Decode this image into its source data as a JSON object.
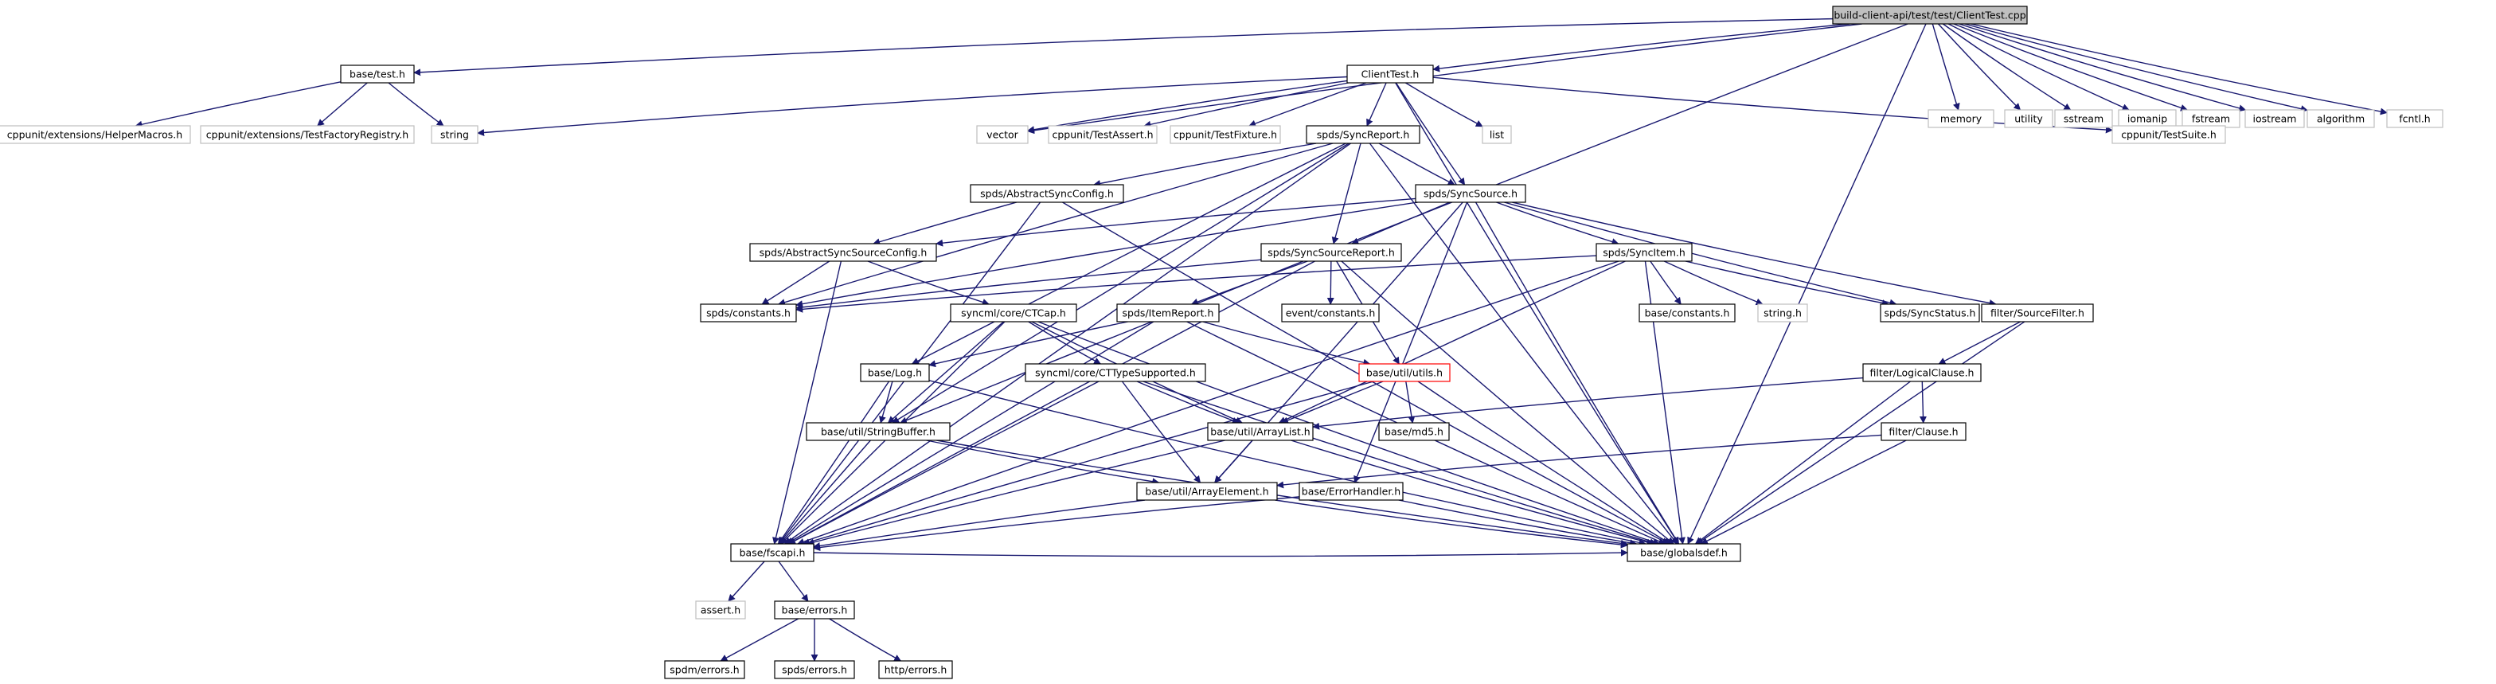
{
  "nodes": [
    {
      "id": "root",
      "label": "build-client-api/test/test/ClientTest.cpp",
      "style": "root"
    },
    {
      "id": "base_test",
      "label": "base/test.h",
      "style": "normal"
    },
    {
      "id": "clienttest_h",
      "label": "ClientTest.h",
      "style": "normal"
    },
    {
      "id": "memory",
      "label": "memory",
      "style": "external"
    },
    {
      "id": "utility",
      "label": "utility",
      "style": "external"
    },
    {
      "id": "sstream",
      "label": "sstream",
      "style": "external"
    },
    {
      "id": "iomanip",
      "label": "iomanip",
      "style": "external"
    },
    {
      "id": "fstream",
      "label": "fstream",
      "style": "external"
    },
    {
      "id": "iostream",
      "label": "iostream",
      "style": "external"
    },
    {
      "id": "algorithm",
      "label": "algorithm",
      "style": "external"
    },
    {
      "id": "fcntl",
      "label": "fcntl.h",
      "style": "external"
    },
    {
      "id": "helpermacros",
      "label": "cppunit/extensions/HelperMacros.h",
      "style": "external"
    },
    {
      "id": "testfactory",
      "label": "cppunit/extensions/TestFactoryRegistry.h",
      "style": "external"
    },
    {
      "id": "string",
      "label": "string",
      "style": "external"
    },
    {
      "id": "vector",
      "label": "vector",
      "style": "external"
    },
    {
      "id": "testassert",
      "label": "cppunit/TestAssert.h",
      "style": "external"
    },
    {
      "id": "testfixture",
      "label": "cppunit/TestFixture.h",
      "style": "external"
    },
    {
      "id": "list",
      "label": "list",
      "style": "external"
    },
    {
      "id": "testsuite",
      "label": "cppunit/TestSuite.h",
      "style": "external"
    },
    {
      "id": "syncreport",
      "label": "spds/SyncReport.h",
      "style": "normal"
    },
    {
      "id": "abstractsyncconfig",
      "label": "spds/AbstractSyncConfig.h",
      "style": "normal"
    },
    {
      "id": "syncsource",
      "label": "spds/SyncSource.h",
      "style": "normal"
    },
    {
      "id": "abstractsyncsourceconfig",
      "label": "spds/AbstractSyncSourceConfig.h",
      "style": "normal"
    },
    {
      "id": "syncsourcereport",
      "label": "spds/SyncSourceReport.h",
      "style": "normal"
    },
    {
      "id": "syncitem",
      "label": "spds/SyncItem.h",
      "style": "normal"
    },
    {
      "id": "constants",
      "label": "spds/constants.h",
      "style": "normal"
    },
    {
      "id": "ctcap",
      "label": "syncml/core/CTCap.h",
      "style": "normal"
    },
    {
      "id": "itemreport",
      "label": "spds/ItemReport.h",
      "style": "normal"
    },
    {
      "id": "eventconstants",
      "label": "event/constants.h",
      "style": "normal"
    },
    {
      "id": "baseconstants",
      "label": "base/constants.h",
      "style": "normal"
    },
    {
      "id": "stringh",
      "label": "string.h",
      "style": "external"
    },
    {
      "id": "syncstatus",
      "label": "spds/SyncStatus.h",
      "style": "normal"
    },
    {
      "id": "sourcefilter",
      "label": "filter/SourceFilter.h",
      "style": "normal"
    },
    {
      "id": "log",
      "label": "base/Log.h",
      "style": "normal"
    },
    {
      "id": "cttypesupported",
      "label": "syncml/core/CTTypeSupported.h",
      "style": "normal"
    },
    {
      "id": "utils",
      "label": "base/util/utils.h",
      "style": "truncated"
    },
    {
      "id": "logicalclause",
      "label": "filter/LogicalClause.h",
      "style": "normal"
    },
    {
      "id": "stringbuffer",
      "label": "base/util/StringBuffer.h",
      "style": "normal"
    },
    {
      "id": "arraylist",
      "label": "base/util/ArrayList.h",
      "style": "normal"
    },
    {
      "id": "md5",
      "label": "base/md5.h",
      "style": "normal"
    },
    {
      "id": "clause",
      "label": "filter/Clause.h",
      "style": "normal"
    },
    {
      "id": "arrayelement",
      "label": "base/util/ArrayElement.h",
      "style": "normal"
    },
    {
      "id": "errorhandler",
      "label": "base/ErrorHandler.h",
      "style": "normal"
    },
    {
      "id": "fscapi",
      "label": "base/fscapi.h",
      "style": "normal"
    },
    {
      "id": "globalsdef",
      "label": "base/globalsdef.h",
      "style": "normal"
    },
    {
      "id": "asserth",
      "label": "assert.h",
      "style": "external"
    },
    {
      "id": "errors",
      "label": "base/errors.h",
      "style": "normal"
    },
    {
      "id": "spdmerrors",
      "label": "spdm/errors.h",
      "style": "normal"
    },
    {
      "id": "spdserrors",
      "label": "spds/errors.h",
      "style": "normal"
    },
    {
      "id": "httperrors",
      "label": "http/errors.h",
      "style": "normal"
    }
  ],
  "edges": [
    [
      "root",
      "base_test"
    ],
    [
      "root",
      "clienttest_h"
    ],
    [
      "root",
      "memory"
    ],
    [
      "root",
      "utility"
    ],
    [
      "root",
      "sstream"
    ],
    [
      "root",
      "iomanip"
    ],
    [
      "root",
      "fstream"
    ],
    [
      "root",
      "iostream"
    ],
    [
      "root",
      "algorithm"
    ],
    [
      "root",
      "fcntl"
    ],
    [
      "root",
      "vector"
    ],
    [
      "root",
      "stringbuffer"
    ],
    [
      "root",
      "globalsdef"
    ],
    [
      "base_test",
      "helpermacros"
    ],
    [
      "base_test",
      "testfactory"
    ],
    [
      "base_test",
      "string"
    ],
    [
      "clienttest_h",
      "string"
    ],
    [
      "clienttest_h",
      "vector"
    ],
    [
      "clienttest_h",
      "testassert"
    ],
    [
      "clienttest_h",
      "testfixture"
    ],
    [
      "clienttest_h",
      "list"
    ],
    [
      "clienttest_h",
      "testsuite"
    ],
    [
      "clienttest_h",
      "syncreport"
    ],
    [
      "clienttest_h",
      "syncsource"
    ],
    [
      "clienttest_h",
      "globalsdef"
    ],
    [
      "syncreport",
      "abstractsyncconfig"
    ],
    [
      "syncreport",
      "syncsource"
    ],
    [
      "syncreport",
      "syncsourcereport"
    ],
    [
      "syncreport",
      "constants"
    ],
    [
      "syncreport",
      "log"
    ],
    [
      "syncreport",
      "stringbuffer"
    ],
    [
      "syncreport",
      "fscapi"
    ],
    [
      "syncreport",
      "globalsdef"
    ],
    [
      "abstractsyncconfig",
      "abstractsyncsourceconfig"
    ],
    [
      "abstractsyncconfig",
      "fscapi"
    ],
    [
      "abstractsyncconfig",
      "globalsdef"
    ],
    [
      "syncsource",
      "abstractsyncsourceconfig"
    ],
    [
      "syncsource",
      "syncsourcereport"
    ],
    [
      "syncsource",
      "syncitem"
    ],
    [
      "syncsource",
      "constants"
    ],
    [
      "syncsource",
      "syncstatus"
    ],
    [
      "syncsource",
      "sourcefilter"
    ],
    [
      "syncsource",
      "arrayelement"
    ],
    [
      "syncsource",
      "errorhandler"
    ],
    [
      "syncsource",
      "globalsdef"
    ],
    [
      "abstractsyncsourceconfig",
      "constants"
    ],
    [
      "abstractsyncsourceconfig",
      "ctcap"
    ],
    [
      "abstractsyncsourceconfig",
      "fscapi"
    ],
    [
      "syncsourcereport",
      "constants"
    ],
    [
      "syncsourcereport",
      "itemreport"
    ],
    [
      "syncsourcereport",
      "eventconstants"
    ],
    [
      "syncsourcereport",
      "utils"
    ],
    [
      "syncsourcereport",
      "fscapi"
    ],
    [
      "syncsourcereport",
      "globalsdef"
    ],
    [
      "syncitem",
      "constants"
    ],
    [
      "syncitem",
      "baseconstants"
    ],
    [
      "syncitem",
      "stringh"
    ],
    [
      "syncitem",
      "syncstatus"
    ],
    [
      "syncitem",
      "arraylist"
    ],
    [
      "syncitem",
      "fscapi"
    ],
    [
      "syncitem",
      "globalsdef"
    ],
    [
      "ctcap",
      "cttypesupported"
    ],
    [
      "ctcap",
      "arraylist"
    ],
    [
      "ctcap",
      "stringbuffer"
    ],
    [
      "ctcap",
      "fscapi"
    ],
    [
      "ctcap",
      "globalsdef"
    ],
    [
      "itemreport",
      "log"
    ],
    [
      "itemreport",
      "utils"
    ],
    [
      "itemreport",
      "fscapi"
    ],
    [
      "itemreport",
      "globalsdef"
    ],
    [
      "sourcefilter",
      "logicalclause"
    ],
    [
      "sourcefilter",
      "globalsdef"
    ],
    [
      "log",
      "stringbuffer"
    ],
    [
      "log",
      "fscapi"
    ],
    [
      "log",
      "globalsdef"
    ],
    [
      "cttypesupported",
      "arraylist"
    ],
    [
      "cttypesupported",
      "arrayelement"
    ],
    [
      "cttypesupported",
      "fscapi"
    ],
    [
      "cttypesupported",
      "globalsdef"
    ],
    [
      "utils",
      "arraylist"
    ],
    [
      "utils",
      "md5"
    ],
    [
      "utils",
      "fscapi"
    ],
    [
      "utils",
      "globalsdef"
    ],
    [
      "logicalclause",
      "clause"
    ],
    [
      "logicalclause",
      "arraylist"
    ],
    [
      "logicalclause",
      "globalsdef"
    ],
    [
      "stringbuffer",
      "arrayelement"
    ],
    [
      "stringbuffer",
      "fscapi"
    ],
    [
      "stringbuffer",
      "globalsdef"
    ],
    [
      "arraylist",
      "arrayelement"
    ],
    [
      "arraylist",
      "fscapi"
    ],
    [
      "arraylist",
      "globalsdef"
    ],
    [
      "clause",
      "arrayelement"
    ],
    [
      "clause",
      "globalsdef"
    ],
    [
      "arrayelement",
      "fscapi"
    ],
    [
      "arrayelement",
      "globalsdef"
    ],
    [
      "errorhandler",
      "fscapi"
    ],
    [
      "errorhandler",
      "globalsdef"
    ],
    [
      "fscapi",
      "asserth"
    ],
    [
      "fscapi",
      "errors"
    ],
    [
      "fscapi",
      "globalsdef"
    ],
    [
      "errors",
      "spdmerrors"
    ],
    [
      "errors",
      "spdserrors"
    ],
    [
      "errors",
      "httperrors"
    ]
  ],
  "colors": {
    "edge": "#191970",
    "node_border": "#000000",
    "external_border": "#bfbfbf",
    "truncated_border": "#ff0000",
    "root_fill": "#bfbfbf",
    "text": "#000000"
  }
}
